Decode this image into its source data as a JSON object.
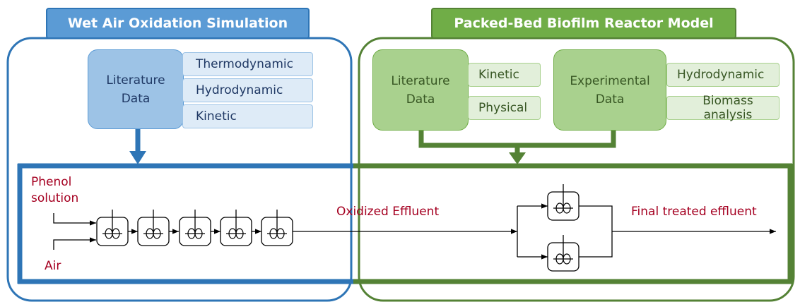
{
  "left_panel": {
    "title": "Wet Air Oxidation Simulation",
    "source": "Literature\nData",
    "items": [
      "Thermodynamic",
      "Hydrodynamic",
      "Kinetic"
    ]
  },
  "right_panel": {
    "title": "Packed-Bed Biofilm Reactor Model",
    "literature": {
      "source": "Literature\nData",
      "items": [
        "Kinetic",
        "Physical"
      ]
    },
    "experimental": {
      "source": "Experimental\nData",
      "items": [
        "Hydrodynamic",
        "Biomass analysis"
      ]
    }
  },
  "process": {
    "inputs": [
      "Phenol\nsolution",
      "Air"
    ],
    "intermediate": "Oxidized Effluent",
    "output": "Final treated effluent",
    "series_reactor_count": 5,
    "parallel_reactor_count": 2
  },
  "colors": {
    "blue": "#2e75b6",
    "green": "#548235",
    "label_red": "#a50021"
  },
  "icons": {
    "reactor": "stirred-tank-reactor-icon"
  }
}
